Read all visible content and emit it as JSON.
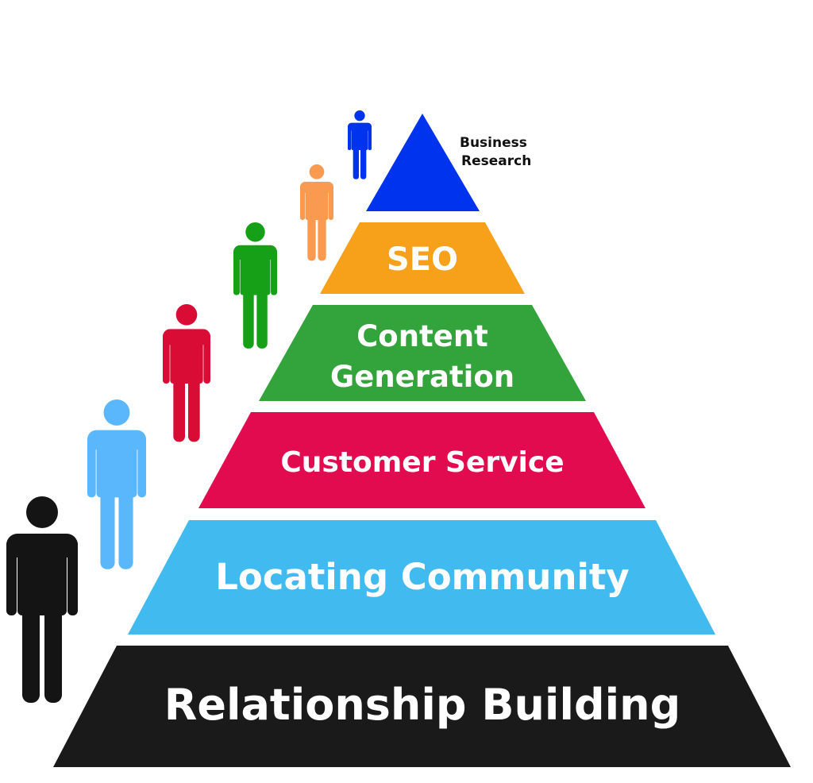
{
  "title": "Pyramid of community-building activities",
  "top_label": {
    "line1": "Business",
    "line2": "Research"
  },
  "layers": [
    {
      "name": "SEO",
      "lines": [
        "SEO"
      ],
      "color": "#f7a11a"
    },
    {
      "name": "Content Generation",
      "lines": [
        "Content",
        "Generation"
      ],
      "color": "#33a33b"
    },
    {
      "name": "Customer Service",
      "lines": [
        "Customer Service"
      ],
      "color": "#e30b4f"
    },
    {
      "name": "Locating Community",
      "lines": [
        "Locating Community"
      ],
      "color": "#41baf0"
    },
    {
      "name": "Relationship Building",
      "lines": [
        "Relationship Building"
      ],
      "color": "#1a1a1a"
    }
  ],
  "apex_color": "#0033ee",
  "people_colors": [
    "#0033ee",
    "#f99a50",
    "#16a018",
    "#d90c36",
    "#5ab7fb",
    "#141414"
  ]
}
